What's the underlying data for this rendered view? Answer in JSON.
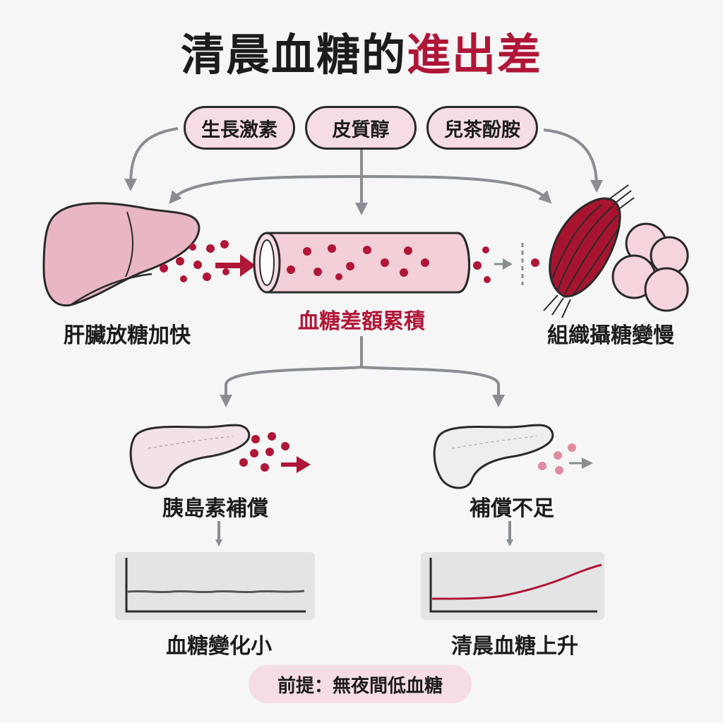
{
  "title": {
    "main": "清晨血糖的",
    "accent": "進出差"
  },
  "hormones": [
    "生長激素",
    "皮質醇",
    "兒茶酚胺"
  ],
  "top_row": {
    "liver_label": "肝臟放糖加快",
    "vessel_label": "血糖差額累積",
    "tissue_label": "組織攝糖變慢"
  },
  "branches": {
    "left": {
      "pancreas_label": "胰島素補償",
      "result_label": "血糖變化小"
    },
    "right": {
      "pancreas_label": "補償不足",
      "result_label": "清晨血糖上升"
    }
  },
  "premise": "前提：無夜間低血糖",
  "colors": {
    "accent": "#b01637",
    "pink_fill": "#f6dde3",
    "liver": "#e9b7c3",
    "arrow_gray": "#8a8d92"
  }
}
